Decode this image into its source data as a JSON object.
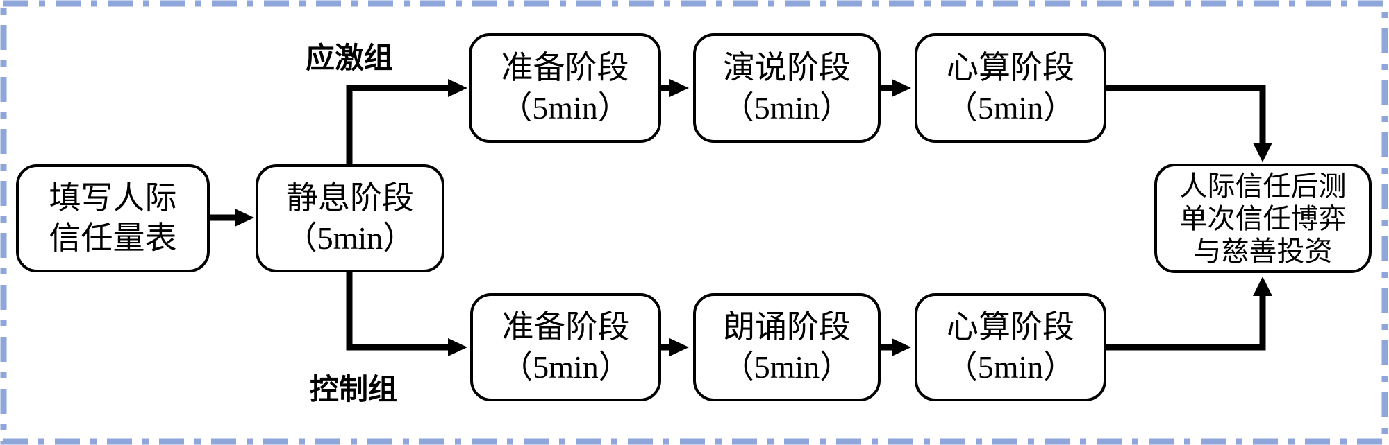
{
  "diagram": {
    "branch_labels": {
      "stress": "应激组",
      "control": "控制组"
    },
    "nodes": {
      "pretest": {
        "lines": [
          "填写人际",
          "信任量表"
        ]
      },
      "rest": {
        "lines": [
          "静息阶段",
          "（5min）"
        ]
      },
      "stress_prep": {
        "lines": [
          "准备阶段",
          "（5min）"
        ]
      },
      "stress_speech": {
        "lines": [
          "演说阶段",
          "（5min）"
        ]
      },
      "stress_math": {
        "lines": [
          "心算阶段",
          "（5min）"
        ]
      },
      "control_prep": {
        "lines": [
          "准备阶段",
          "（5min）"
        ]
      },
      "control_recite": {
        "lines": [
          "朗诵阶段",
          "（5min）"
        ]
      },
      "control_math": {
        "lines": [
          "心算阶段",
          "（5min）"
        ]
      },
      "posttest": {
        "lines": [
          "人际信任后测",
          "单次信任博弈",
          "与慈善投资"
        ]
      }
    },
    "colors": {
      "frame_dash": "#8ea6d9",
      "box_border": "#000000",
      "box_fill": "#ffffff",
      "arrow": "#000000",
      "background": "#ffffff"
    }
  }
}
